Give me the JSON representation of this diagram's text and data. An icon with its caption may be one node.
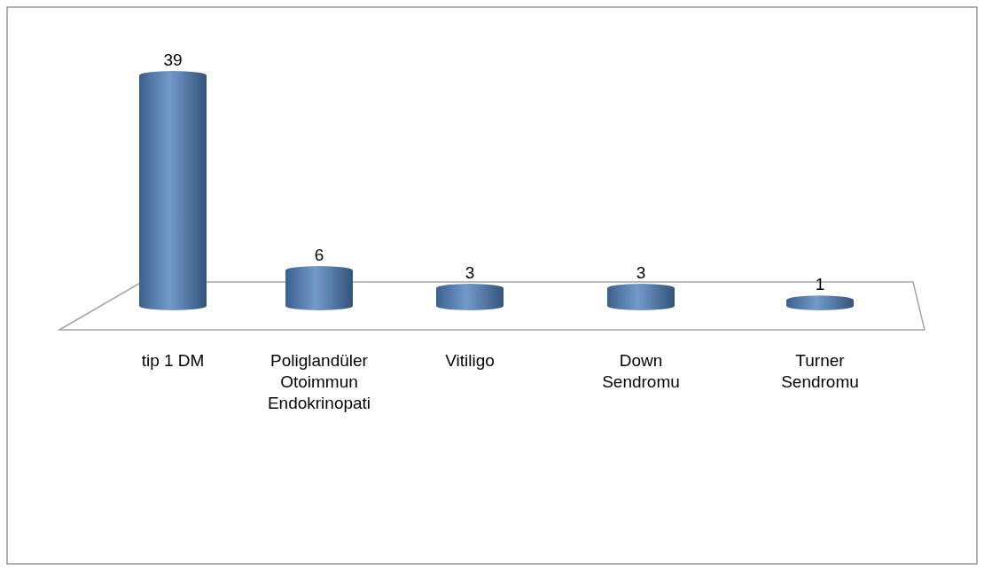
{
  "diagram": {
    "chart_data": {
      "type": "bar",
      "categories": [
        "tip 1 DM",
        "Poliglandüler Otoimmun Endokrinopati",
        "Vitiligo",
        "Down Sendromu",
        "Turner Sendromu"
      ],
      "series": [
        {
          "color": "#4f81bd",
          "values": [
            39,
            6,
            3,
            3,
            1
          ]
        }
      ],
      "data_labels": true
    }
  }
}
